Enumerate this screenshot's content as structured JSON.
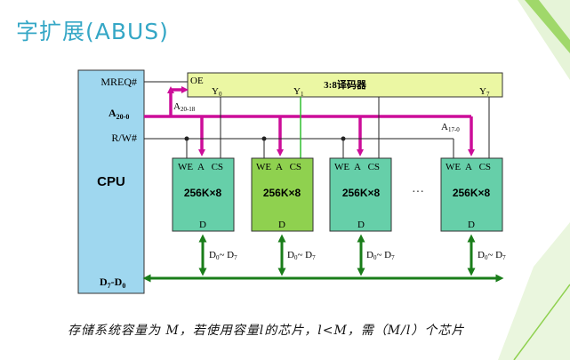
{
  "slide": {
    "title": "字扩展(ABUS)",
    "caption": "存储系统容量为 M，若使用容量l的芯片，l<M，需（M/l）个芯片"
  },
  "cpu": {
    "label": "CPU",
    "mreq": "MREQ#",
    "addr_main": "A",
    "addr_main_sub": "20-0",
    "rw": "R/W#",
    "data_main": "D",
    "data_main_sub": "7",
    "data_main_sep": "-D",
    "data_main_sub2": "0"
  },
  "decoder": {
    "label": "3:8译码器",
    "oe": "OE",
    "y0": "Y",
    "y0_sub": "0",
    "y1": "Y",
    "y1_sub": "1",
    "y7": "Y",
    "y7_sub": "7"
  },
  "bus_labels": {
    "a_high": "A",
    "a_high_sub": "20-18",
    "a_low": "A",
    "a_low_sub": "17-0"
  },
  "chips": [
    {
      "pins": "WE  A   CS",
      "name": "256K×8",
      "data": "D",
      "bus": "D",
      "bus_sub1": "0",
      "bus_mid": "~ D",
      "bus_sub2": "7"
    },
    {
      "pins": "WE  A   CS",
      "name": "256K×8",
      "data": "D",
      "bus": "D",
      "bus_sub1": "0",
      "bus_mid": "~ D",
      "bus_sub2": "7"
    },
    {
      "pins": "WE  A   CS",
      "name": "256K×8",
      "data": "D",
      "bus": "D",
      "bus_sub1": "0",
      "bus_mid": "~ D",
      "bus_sub2": "7"
    },
    {
      "pins": "WE  A   CS",
      "name": "256K×8",
      "data": "D",
      "bus": "D",
      "bus_sub1": "0",
      "bus_mid": "~ D",
      "bus_sub2": "7"
    }
  ],
  "ellipsis": "···",
  "colors": {
    "title": "#35a7c6",
    "cpu_fill": "#9fd7ef",
    "decoder_fill": "#ebf7a3",
    "chip_fill": "#66cfa9",
    "chip_selected_fill": "#8fd14f",
    "address_bus": "#cc0d99",
    "data_bus": "#1a7d1a",
    "select_line": "#2fbf2f",
    "wire": "#222222",
    "deco_green": "#8fd14f"
  }
}
